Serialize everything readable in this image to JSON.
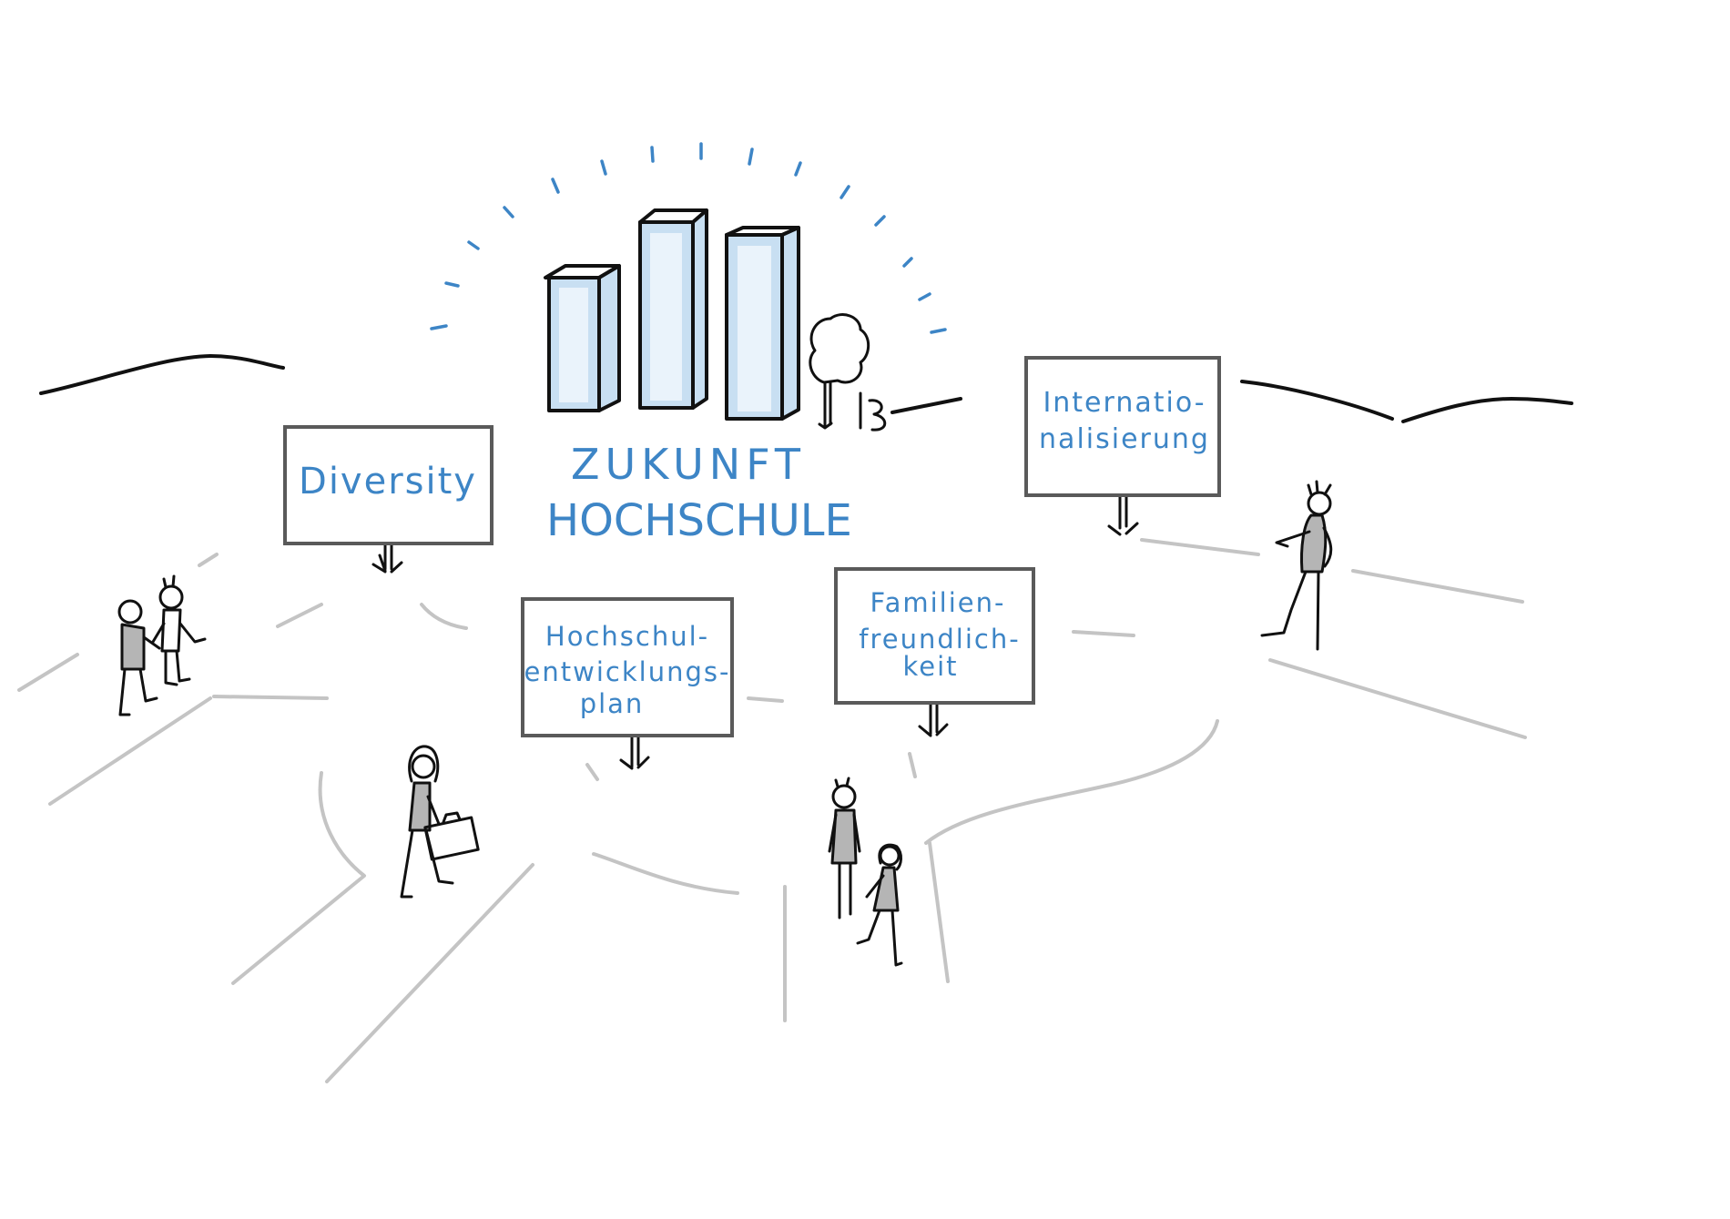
{
  "title": {
    "line1": "ZUKUNFT",
    "line2": "HOCHSCHULE"
  },
  "signs": {
    "diversity": {
      "lines": [
        "Diversity"
      ]
    },
    "internationalisierung": {
      "lines": [
        "Internatio-",
        "nalisierung"
      ]
    },
    "hochschulentwicklungsplan": {
      "lines": [
        "Hochschul-",
        "entwicklungs-",
        "plan"
      ]
    },
    "familienfreundlichkeit": {
      "lines": [
        "Familien-",
        "freundlich-",
        "keit"
      ]
    }
  },
  "colors": {
    "accent": "#3d85c6",
    "building": "#c8dff2",
    "building_light": "#eaf3fb",
    "road": "#c4c4c4",
    "sign_border": "#5a5a5a",
    "ink": "#111111",
    "shirt": "#b5b5b5"
  }
}
